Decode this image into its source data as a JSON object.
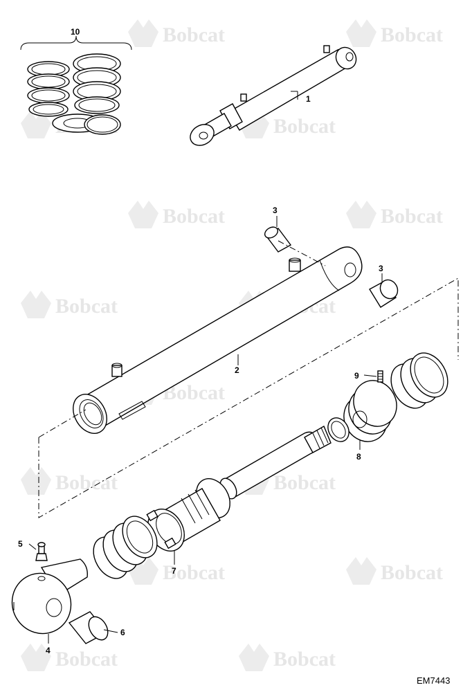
{
  "watermark": {
    "brand": "Bobcat"
  },
  "callouts": [
    {
      "id": "1",
      "text": "1"
    },
    {
      "id": "2",
      "text": "2"
    },
    {
      "id": "3a",
      "text": "3"
    },
    {
      "id": "3b",
      "text": "3"
    },
    {
      "id": "4",
      "text": "4"
    },
    {
      "id": "5",
      "text": "5"
    },
    {
      "id": "6",
      "text": "6"
    },
    {
      "id": "7",
      "text": "7"
    },
    {
      "id": "8",
      "text": "8"
    },
    {
      "id": "9",
      "text": "9"
    },
    {
      "id": "10",
      "text": "10"
    }
  ],
  "drawing_code": "EM7443"
}
